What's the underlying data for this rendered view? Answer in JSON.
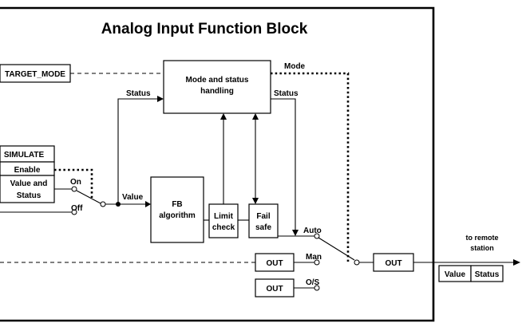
{
  "title": "Analog Input Function Block",
  "blocks": {
    "target_mode": "TARGET_MODE",
    "mode_status_line1": "Mode and status",
    "mode_status_line2": "handling",
    "simulate": "SIMULATE",
    "enable": "Enable",
    "value_status_line1": "Value and",
    "value_status_line2": "Status",
    "fb_line1": "FB",
    "fb_line2": "algorithm",
    "limit_line1": "Limit",
    "limit_line2": "check",
    "fail_line1": "Fail",
    "fail_line2": "safe",
    "out_man": "OUT",
    "out_os": "OUT",
    "out_main": "OUT",
    "value_cell": "Value",
    "status_cell": "Status"
  },
  "labels": {
    "mode": "Mode",
    "status_left": "Status",
    "status_right": "Status",
    "value": "Value",
    "on": "On",
    "off": "Off",
    "auto": "Auto",
    "man": "Man",
    "os": "O/S",
    "remote_line1": "to remote",
    "remote_line2": "station"
  }
}
